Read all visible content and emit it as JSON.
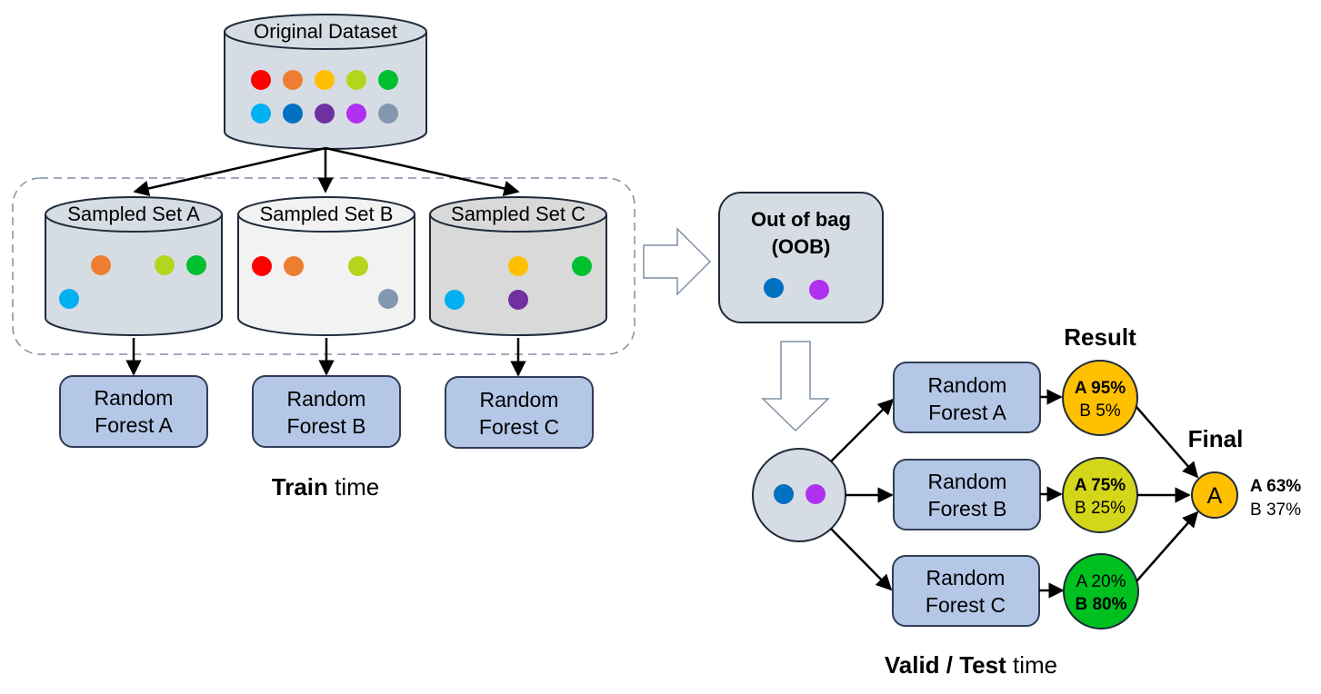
{
  "colors": {
    "dark_cylinder": "#d6dce4",
    "light_cylinder": "#f2f2f2",
    "gray_cylinder": "#d9d9d9",
    "box_fill": "#b4c7e7",
    "box_stroke": "#2f3e55",
    "result_a": "#ffc000",
    "result_b": "#d4d61a",
    "result_c": "#00c020",
    "final": "#ffc000",
    "dashed_border": "#7f8fa6"
  },
  "original": {
    "label": "Original Dataset",
    "dots": [
      "#ff0000",
      "#ed7d31",
      "#ffc000",
      "#b5d41c",
      "#00c030",
      "#00b0f0",
      "#0070c0",
      "#7030a0",
      "#b030f0",
      "#8497b0"
    ]
  },
  "sampled": [
    {
      "label": "Sampled Set A",
      "dots": [
        "#ed7d31",
        "#b5d41c",
        "#00c030",
        "#00b0f0"
      ]
    },
    {
      "label": "Sampled Set B",
      "dots": [
        "#ff0000",
        "#ed7d31",
        "#b5d41c",
        "#8497b0"
      ]
    },
    {
      "label": "Sampled Set C",
      "dots": [
        "#ffc000",
        "#00c030",
        "#00b0f0",
        "#7030a0"
      ]
    }
  ],
  "train_forests": [
    {
      "line1": "Random",
      "line2": "Forest A"
    },
    {
      "line1": "Random",
      "line2": "Forest B"
    },
    {
      "line1": "Random",
      "line2": "Forest C"
    }
  ],
  "train_caption": {
    "bold": "Train",
    "normal": "time"
  },
  "oob": {
    "line1": "Out of bag",
    "line2": "(OOB)",
    "dots": [
      "#0070c0",
      "#b030f0"
    ]
  },
  "valid_forests": [
    {
      "line1": "Random",
      "line2": "Forest A"
    },
    {
      "line1": "Random",
      "line2": "Forest B"
    },
    {
      "line1": "Random",
      "line2": "Forest C"
    }
  ],
  "result_title": "Result",
  "results": [
    {
      "a": "A 95%",
      "b": "B 5%"
    },
    {
      "a": "A 75%",
      "b": "B 25%"
    },
    {
      "a": "A 20%",
      "b": "B 80%"
    }
  ],
  "final": {
    "title": "Final",
    "letter": "A",
    "a": "A 63%",
    "b": "B 37%"
  },
  "valid_caption": {
    "bold": "Valid / Test",
    "normal": "time"
  }
}
